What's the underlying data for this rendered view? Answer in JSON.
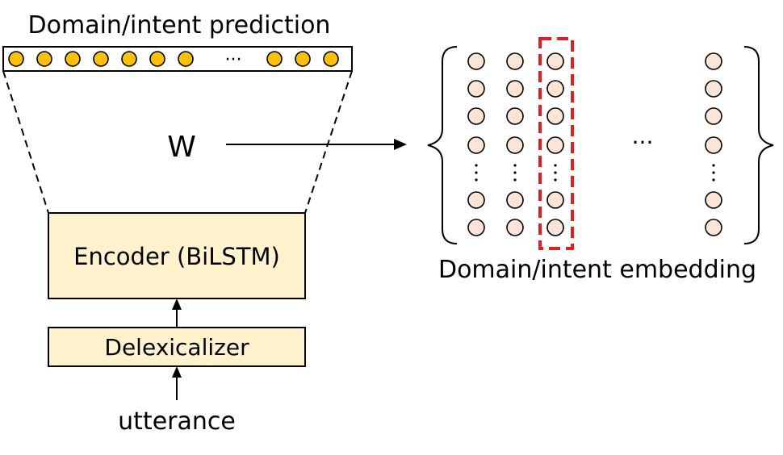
{
  "labels": {
    "top_title": "Domain/intent prediction",
    "weight": "W",
    "encoder": "Encoder (BiLSTM)",
    "delexicalizer": "Delexicalizer",
    "input": "utterance",
    "embedding": "Domain/intent embedding",
    "ellipsis": "···"
  },
  "colors": {
    "prediction_node": "#FFC000",
    "embedding_node": "#FCE4D6",
    "box_fill": "#FFF2CC",
    "highlight": "#E02020",
    "stroke": "#000000"
  }
}
